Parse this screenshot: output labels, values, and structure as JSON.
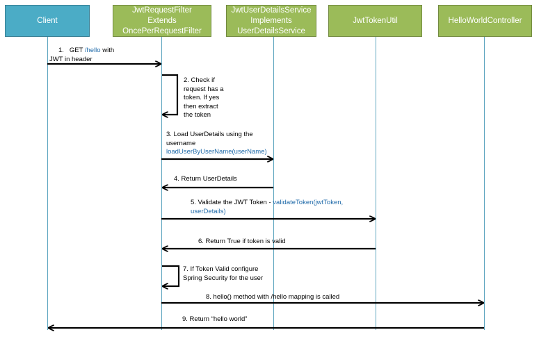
{
  "participants": [
    {
      "id": "client",
      "label": "Client",
      "color": "blue"
    },
    {
      "id": "filter",
      "label": "JwtRequestFilter\nExtends\nOncePerRequestFilter",
      "color": "green"
    },
    {
      "id": "uds",
      "label": "JwtUserDetailsService\nImplements\nUserDetailsService",
      "color": "green"
    },
    {
      "id": "util",
      "label": "JwtTokenUtil",
      "color": "green"
    },
    {
      "id": "controller",
      "label": "HelloWorldController",
      "color": "green"
    }
  ],
  "messages": {
    "m1": {
      "num": "1.",
      "text_a": "GET",
      "code": "/hello",
      "text_b": "with",
      "line2": "JWT in header"
    },
    "m2": {
      "lines": [
        "2. Check if",
        "request has a",
        "token. If yes",
        "then extract",
        "the token"
      ]
    },
    "m3": {
      "line1": "3.  Load  UserDetails using the",
      "line2": "username",
      "code": "loadUserByUserName(userName)"
    },
    "m4": {
      "text": "4. Return UserDetails"
    },
    "m5": {
      "text": "5. Validate the JWT Token  -",
      "code1": "validateToken(jwtToken,",
      "code2": "userDetails)"
    },
    "m6": {
      "text": "6. Return True if token is valid"
    },
    "m7": {
      "line1": "7. If Token Valid configure",
      "line2": "Spring Security for the user"
    },
    "m8": {
      "text": "8. hello() method with /hello mapping is called"
    },
    "m9": {
      "text": "9. Return “hello world”"
    }
  },
  "colors": {
    "client": "#4bacc6",
    "service": "#9bbb59",
    "lifeline": "#5fa6c0",
    "code": "#1f6aa9",
    "arrow": "#000000"
  }
}
